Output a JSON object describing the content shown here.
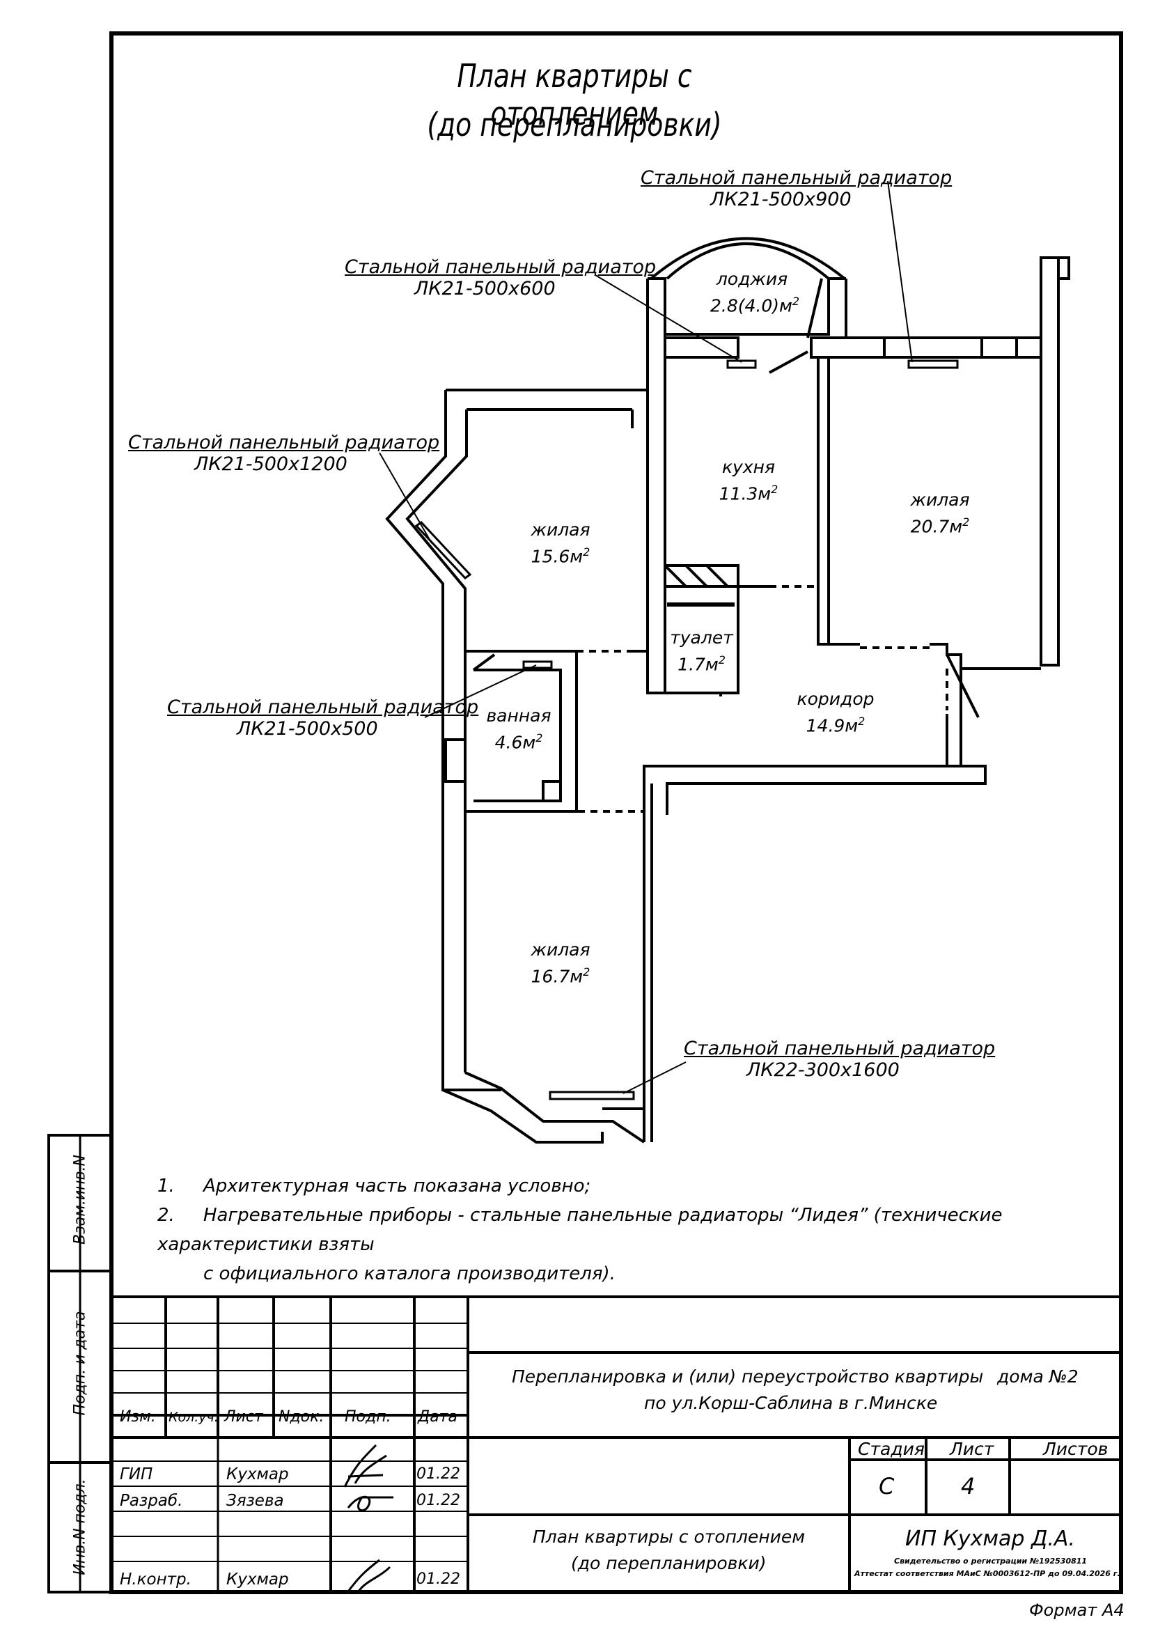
{
  "title": {
    "line1": "План квартиры с отоплением",
    "line2": "(до перепланировки)"
  },
  "radiators": [
    {
      "label": "Стальной панельный радиатор",
      "model": "ЛК21-500х900"
    },
    {
      "label": "Стальной панельный радиатор",
      "model": "ЛК21-500х600"
    },
    {
      "label": "Стальной панельный радиатор",
      "model": "ЛК21-500х1200"
    },
    {
      "label": "Стальной панельный радиатор",
      "model": "ЛК21-500х500"
    },
    {
      "label": "Стальной панельный радиатор",
      "model": "ЛК22-300х1600"
    }
  ],
  "rooms": {
    "loggia": {
      "name": "лоджия",
      "area": "2.8(4.0)м",
      "exp": "2"
    },
    "kitchen": {
      "name": "кухня",
      "area": "11.3м",
      "exp": "2"
    },
    "living_right": {
      "name": "жилая",
      "area": "20.7м",
      "exp": "2"
    },
    "living_left": {
      "name": "жилая",
      "area": "15.6м",
      "exp": "2"
    },
    "toilet": {
      "name": "туалет",
      "area": "1.7м",
      "exp": "2"
    },
    "corridor": {
      "name": "коридор",
      "area": "14.9м",
      "exp": "2"
    },
    "bathroom": {
      "name": "ванная",
      "area": "4.6м",
      "exp": "2"
    },
    "living_bottom": {
      "name": "жилая",
      "area": "16.7м",
      "exp": "2"
    }
  },
  "notes": [
    {
      "num": "1.",
      "text": "Архитектурная часть показана условно;"
    },
    {
      "num": "2.",
      "text": "Нагревательные приборы - стальные панельные радиаторы “Лидея” (технические характеристики взяты"
    },
    {
      "num": "",
      "text": "с официального каталога производителя)."
    }
  ],
  "side_stamp": {
    "inv_vzam": "Взам.инв.N",
    "podp_data": "Подп. и дата",
    "inv_podl": "Инв.N подл."
  },
  "title_block": {
    "headers": [
      "Изм.",
      "Кол.уч.",
      "Лист",
      "Nдок.",
      "Подп.",
      "Дата"
    ],
    "rows": [
      {
        "role": "ГИП",
        "name": "Кухмар",
        "date": "01.22"
      },
      {
        "role": "Разраб.",
        "name": "Зязева",
        "date": "01.22"
      },
      {
        "role": "Н.контр.",
        "name": "Кухмар",
        "date": "01.22"
      }
    ],
    "project_line1": "Перепланировка и (или) переустройство квартиры",
    "project_house": "дома №2",
    "project_line2": "по ул.Корш-Саблина в г.Минске",
    "stage_label": "Стадия",
    "sheet_label": "Лист",
    "sheets_label": "Листов",
    "stage_value": "С",
    "sheet_value": "4",
    "sheets_value": "",
    "drawing_title1": "План квартиры с отоплением",
    "drawing_title2": "(до перепланировки)",
    "company": "ИП Кухмар Д.А.",
    "cert1": "Свидетельство о регистрации №192530811",
    "cert2": "Аттестат соответствия МАиС №0003612-ПР до 09.04.2026 г."
  },
  "format": "Формат А4"
}
